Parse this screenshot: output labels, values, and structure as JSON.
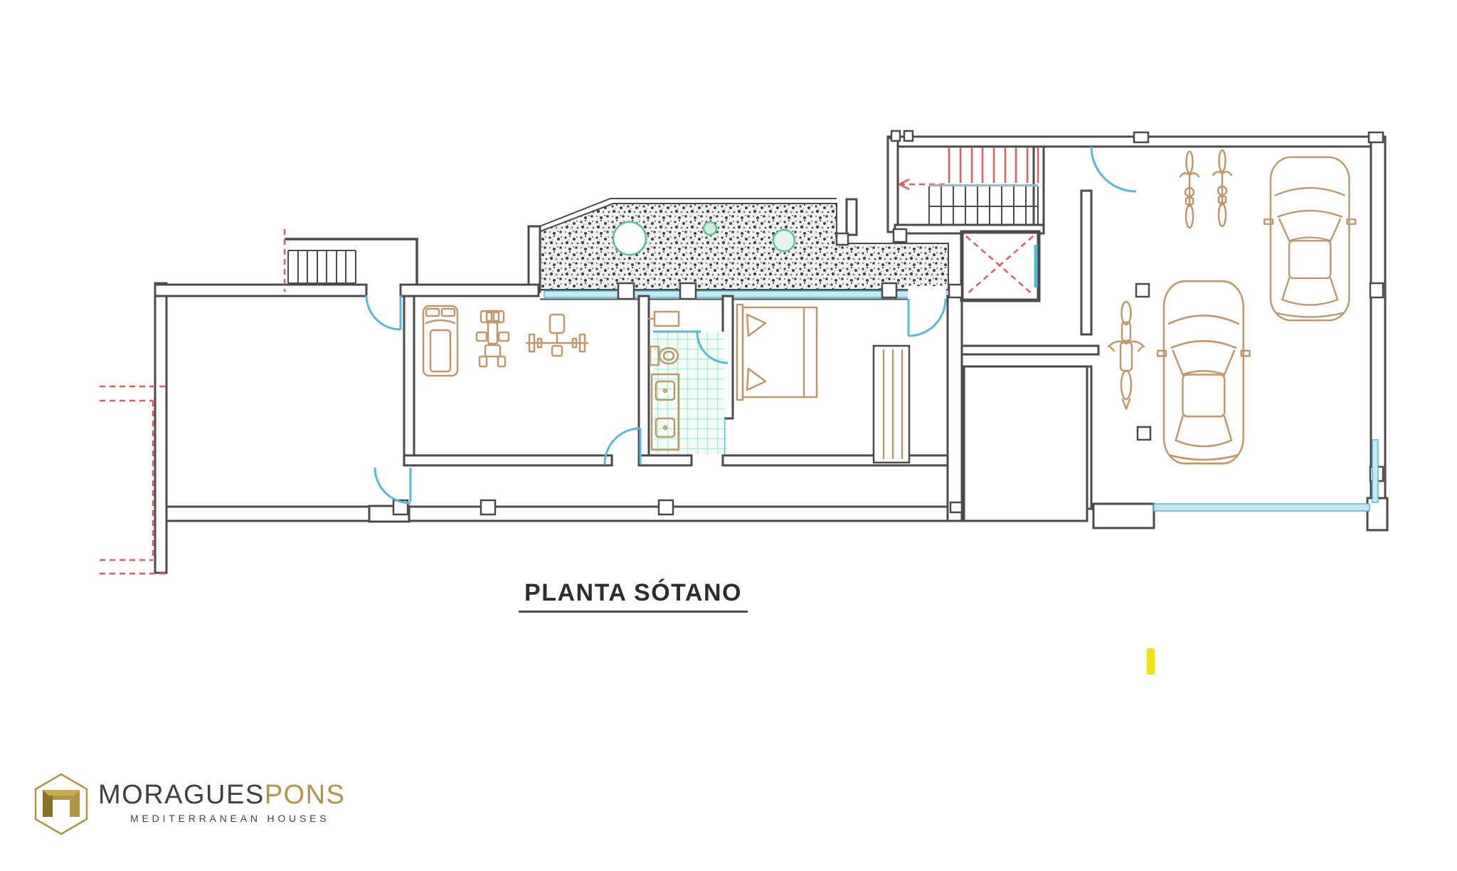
{
  "page": {
    "background": "#ffffff"
  },
  "title": {
    "text": "PLANTA SÓTANO"
  },
  "logo": {
    "name": "MORAGUES",
    "suffix": "PONS",
    "tagline": "MEDITERRANEAN HOUSES"
  },
  "colors": {
    "wall": "#4a4a4a",
    "blue": "#57b8d7",
    "blue_light": "#c3e8f3",
    "red": "#e05a5e",
    "green": "#5ec297",
    "green_tile": "#9fe2c3",
    "green_tile_bg": "#f4fcf8",
    "tan": "#c0976a",
    "stipple_dot": "#3f3f3f",
    "stipple_bg": "#f0f0f0",
    "yellow": "#f2e118",
    "gold": "#b29544",
    "gold_dark": "#8a7026",
    "text_dark": "#3f4042",
    "title": "#2d2d2d"
  },
  "plan": {
    "label": "basement floor plan drawing",
    "elements": [
      "terrace-gravel-fill",
      "skylight-circles",
      "exterior-staircase",
      "retaining-wall-dashed",
      "patio-room",
      "gym-room",
      "treadmill",
      "weight-machine",
      "bench-press",
      "bathroom",
      "toilet",
      "double-vanity",
      "towel-radiator",
      "shower-screen",
      "bedroom",
      "double-bed",
      "wardrobe",
      "window-band",
      "upper-stair-flight",
      "lower-stair-flight",
      "elevator",
      "courtyard",
      "garage",
      "bicycles",
      "motorcycle",
      "cars",
      "garage-door",
      "structural-columns"
    ]
  },
  "marker": {
    "type": "highlight",
    "color": "#f2e118"
  }
}
